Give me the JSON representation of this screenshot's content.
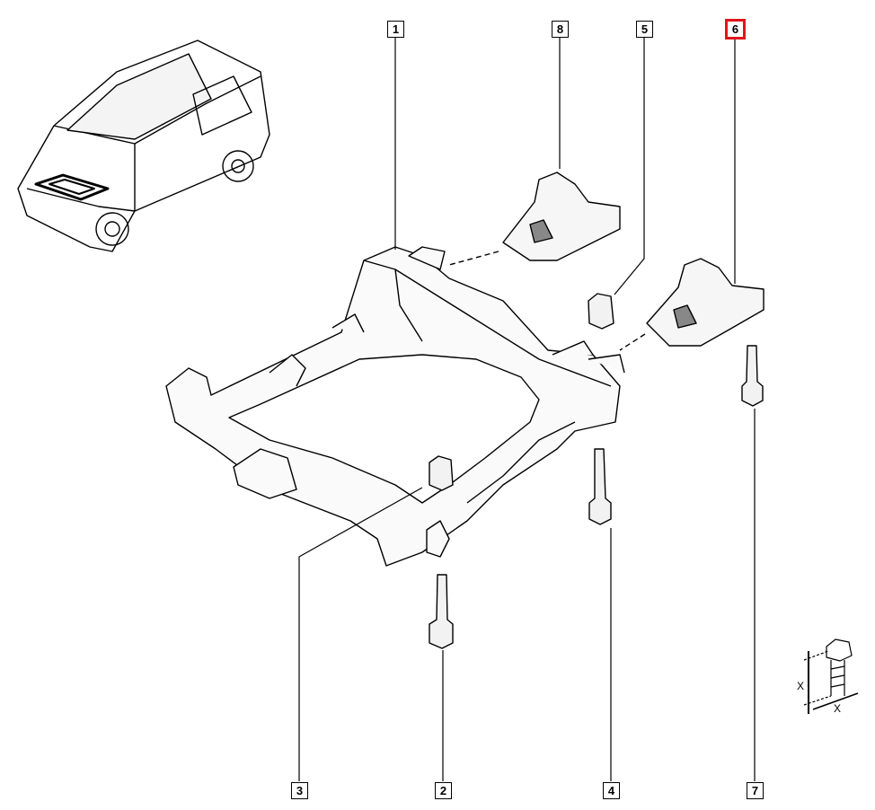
{
  "callouts": [
    {
      "id": "1",
      "label": "1"
    },
    {
      "id": "8",
      "label": "8"
    },
    {
      "id": "5",
      "label": "5"
    },
    {
      "id": "6",
      "label": "6",
      "highlighted": true
    },
    {
      "id": "3",
      "label": "3"
    },
    {
      "id": "2",
      "label": "2"
    },
    {
      "id": "4",
      "label": "4"
    },
    {
      "id": "7",
      "label": "7"
    }
  ],
  "bolt_dimension": {
    "label_vertical": "X",
    "label_horizontal": "X"
  },
  "colors": {
    "highlight": "#e0141c",
    "line": "#000000"
  }
}
